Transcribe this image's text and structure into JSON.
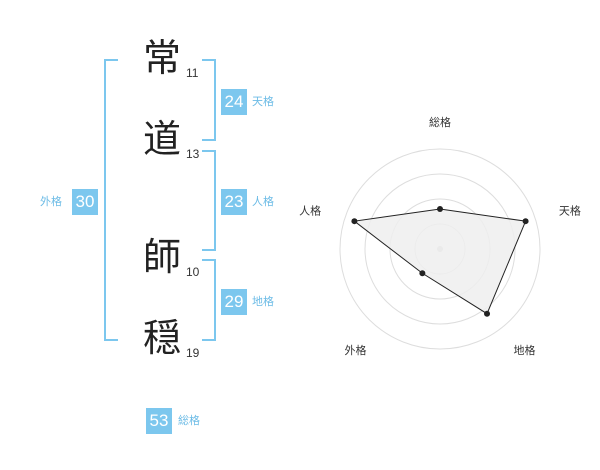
{
  "name": {
    "characters": [
      {
        "char": "常",
        "strokes": "11"
      },
      {
        "char": "道",
        "strokes": "13"
      },
      {
        "char": "師",
        "strokes": "10"
      },
      {
        "char": "穏",
        "strokes": "19"
      }
    ]
  },
  "fortunes": {
    "tenkaku": {
      "label": "天格",
      "value": "24"
    },
    "jinkaku": {
      "label": "人格",
      "value": "23"
    },
    "chikaku": {
      "label": "地格",
      "value": "29"
    },
    "gaikaku": {
      "label": "外格",
      "value": "30"
    },
    "soukaku": {
      "label": "総格",
      "value": "53"
    }
  },
  "accent_color": "#7cc7ee",
  "chart_data": {
    "type": "radar",
    "axes": [
      "総格",
      "天格",
      "地格",
      "外格",
      "人格"
    ],
    "values": [
      2,
      4.5,
      4,
      1.5,
      4.5
    ],
    "max": 5,
    "rings": 4,
    "fill": "#eeeeee",
    "stroke": "#222222"
  }
}
